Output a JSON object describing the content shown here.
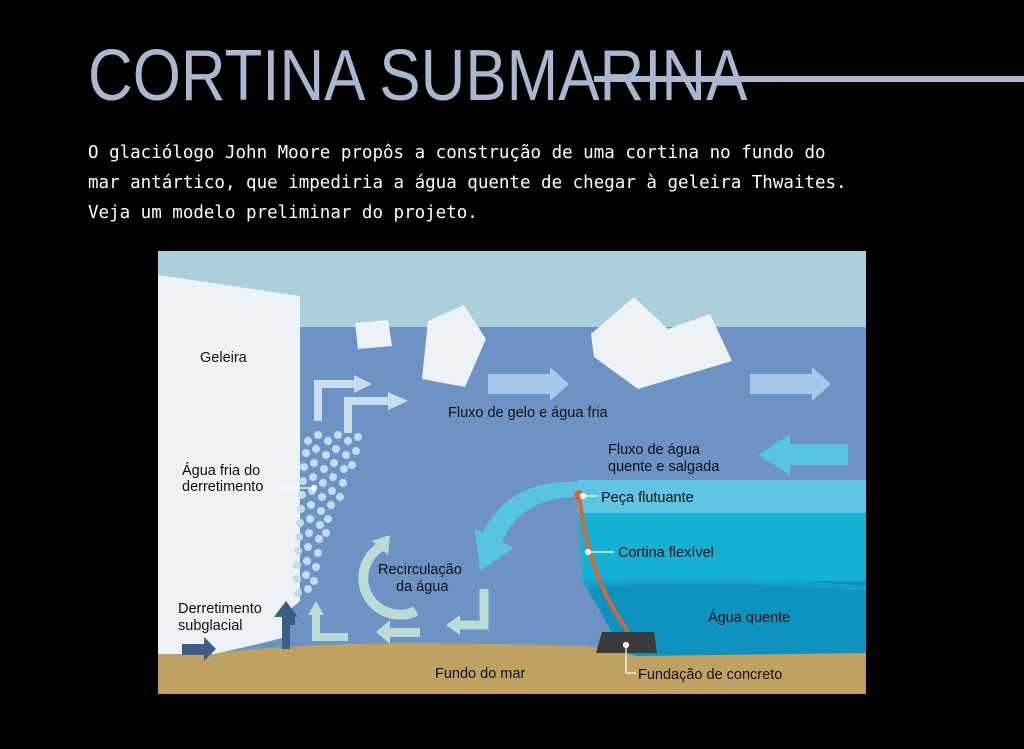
{
  "header": {
    "title": "CORTINA SUBMARINA",
    "intro_lines": [
      "O glaciólogo John Moore propôs a construção de uma cortina no fundo do",
      "mar antártico, que impediria a água quente de chegar à geleira Thwaites.",
      "Veja um modelo preliminar do projeto."
    ]
  },
  "diagram": {
    "labels": {
      "glacier": "Geleira",
      "ice_flow": "Fluxo de gelo e água fria",
      "warm_salty_flow_1": "Fluxo de água",
      "warm_salty_flow_2": "quente e salgada",
      "cold_melt_1": "Água fria do",
      "cold_melt_2": "derretimento",
      "float_piece": "Peça flutuante",
      "flex_curtain": "Cortina flexível",
      "recirc_1": "Recirculação",
      "recirc_2": "da água",
      "warm_water": "Água quente",
      "subglacial_1": "Derretimento",
      "subglacial_2": "subglacial",
      "seabed": "Fundo do mar",
      "concrete_base": "Fundação de concreto"
    },
    "colors": {
      "sky": "#abd0dc",
      "sea": "#6c93c3",
      "ice": "#ecf2f6",
      "light_arrow": "#a6c9ea",
      "cyan_arrow": "#57c4e2",
      "warm_layer_top": "#5ec6e2",
      "warm_layer_mid": "#16b0d4",
      "warm_layer_deep": "#0e93c1",
      "seabed": "#bfa261",
      "curtain": "#d06a3c",
      "base": "#3a3a3a",
      "subglacial_arrow": "#3b5e86",
      "recirc_arrow": "#bcdad6"
    }
  }
}
